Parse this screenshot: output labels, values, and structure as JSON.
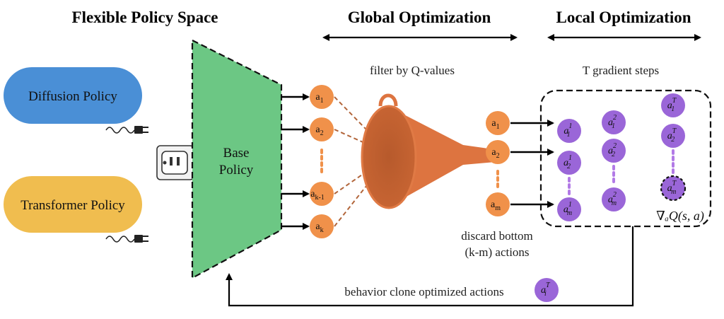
{
  "headers": {
    "flexible": "Flexible Policy Space",
    "global": "Global Optimization",
    "local": "Local Optimization"
  },
  "policies": {
    "diffusion": "Diffusion Policy",
    "transformer": "Transformer Policy",
    "base_line1": "Base",
    "base_line2": "Policy"
  },
  "labels": {
    "filter": "filter by Q-values",
    "gradient": "T gradient steps",
    "discard_line1": "discard bottom",
    "discard_line2": "(k-m) actions",
    "gradient_formula": "∇ₐQ(s, a)",
    "behavior_clone": "behavior clone optimized actions"
  },
  "sampled_actions": [
    "a",
    "a",
    "a",
    "a"
  ],
  "sampled_subscripts": [
    "1",
    "2",
    "k-1",
    "k"
  ],
  "filtered_actions": [
    "a",
    "a",
    "a"
  ],
  "filtered_subscripts": [
    "1",
    "2",
    "m"
  ],
  "optimized": {
    "col1": [
      {
        "sup": "1",
        "sub": "1"
      },
      {
        "sup": "1",
        "sub": "2"
      },
      {
        "sup": "1",
        "sub": "m"
      }
    ],
    "col2": [
      {
        "sup": "2",
        "sub": "1"
      },
      {
        "sup": "2",
        "sub": "2"
      },
      {
        "sup": "2",
        "sub": "m"
      }
    ],
    "col3": [
      {
        "sup": "T",
        "sub": "1"
      },
      {
        "sup": "T",
        "sub": "2"
      },
      {
        "sup": "T",
        "sub": "m"
      }
    ],
    "final": {
      "sup": "T",
      "sub": "i"
    }
  },
  "colors": {
    "diffusion": "#4a8fd6",
    "transformer": "#f0bd4f",
    "base": "#6cc784",
    "orange_node": "#f0914a",
    "purple_node": "#9a66d8",
    "dots_orange": "#f0914a",
    "dots_purple": "#b27ae6",
    "funnel": "#dd7440"
  }
}
